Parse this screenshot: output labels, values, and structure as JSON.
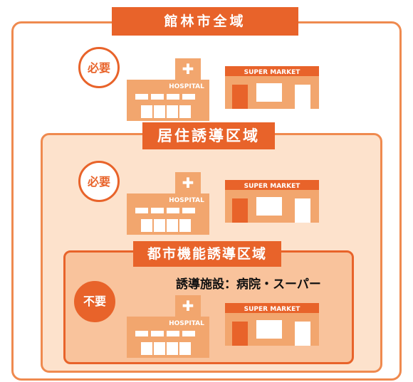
{
  "zones": {
    "outer_title": "館林市全域",
    "middle_title": "居住誘導区域",
    "inner_title": "都市機能誘導区域"
  },
  "badges": {
    "outer": "必要",
    "middle": "必要",
    "inner": "不要"
  },
  "facilities": {
    "hospital_label": "HOSPITAL",
    "supermarket_label": "SUPER MARKET",
    "cross_symbol": "✚"
  },
  "note": "誘導施設：病院・スーパー",
  "colors": {
    "accent": "#e8632a",
    "border": "#ef8a4f",
    "middle_fill": "#fde2cc",
    "inner_fill": "#f9c39c",
    "building": "#f2a66e"
  }
}
